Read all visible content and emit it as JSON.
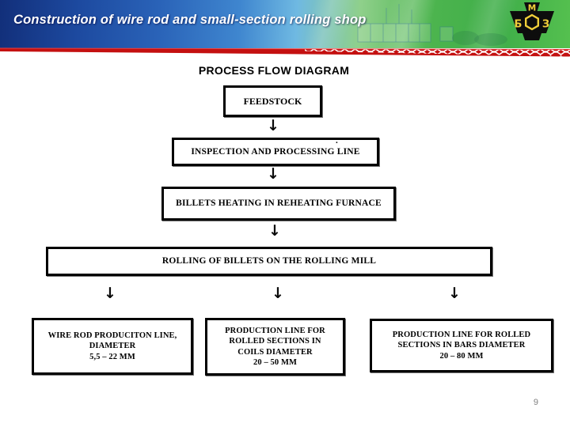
{
  "header": {
    "title": "Construction of wire rod and small-section rolling shop",
    "logo": {
      "letter_top": "М",
      "letter_left": "Б",
      "letter_right": "З"
    }
  },
  "diagram": {
    "title": "PROCESS FLOW DIAGRAM",
    "arrow_char": "↓",
    "stray_period": ".",
    "boxes": {
      "feedstock": {
        "label": "FEEDSTOCK"
      },
      "inspection": {
        "label": "INSPECTION AND PROCESSING LINE"
      },
      "heating": {
        "label": "BILLETS HEATING IN REHEATING FURNACE"
      },
      "rolling": {
        "label": "ROLLING OF BILLETS ON THE ROLLING MILL"
      },
      "wire_rod": {
        "label": "WIRE ROD PRODUCITON LINE,\nDIAMETER\n5,5 – 22 MM"
      },
      "coils": {
        "label": "PRODUCTION LINE FOR\nROLLED SECTIONS IN\nCOILS DIAMETER\n20 – 50 MM"
      },
      "bars": {
        "label": "PRODUCTION LINE FOR ROLLED\nSECTIONS IN BARS DIAMETER\n20 – 80 MM"
      }
    },
    "flow": [
      "FEEDSTOCK -> INSPECTION AND PROCESSING LINE",
      "INSPECTION AND PROCESSING LINE -> BILLETS HEATING IN REHEATING FURNACE",
      "BILLETS HEATING IN REHEATING FURNACE -> ROLLING OF BILLETS ON THE ROLLING MILL",
      "ROLLING OF BILLETS ON THE ROLLING MILL -> WIRE ROD PRODUCITON LINE",
      "ROLLING OF BILLETS ON THE ROLLING MILL -> PRODUCTION LINE FOR ROLLED SECTIONS IN COILS",
      "ROLLING OF BILLETS ON THE ROLLING MILL -> PRODUCTION LINE FOR ROLLED SECTIONS IN BARS"
    ]
  },
  "footer": {
    "page_number": "9"
  },
  "colors": {
    "header_blue_dark": "#122f7a",
    "header_blue": "#2a63b8",
    "header_cyan": "#6fb9e2",
    "header_green": "#3fae49",
    "stripe_red": "#cc1111",
    "logo_black": "#0d0d0d",
    "logo_yellow": "#f0cf3a",
    "box_border": "#000000",
    "text_black": "#000000",
    "page_number_gray": "#7f7f7f"
  }
}
